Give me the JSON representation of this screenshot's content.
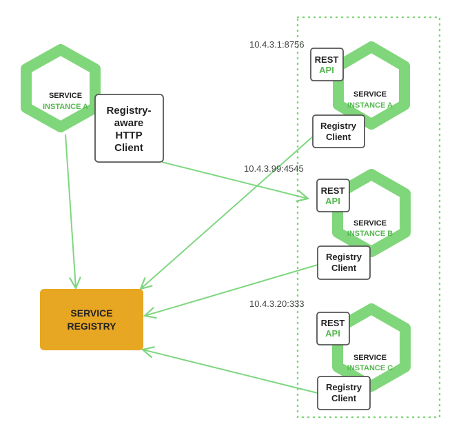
{
  "colors": {
    "hex_fill": "#80d67a",
    "hex_stroke": "#6ccf67",
    "arrow": "#7ed67f",
    "registry_fill": "#e8a722",
    "box_stroke": "#555555",
    "accent_text": "#55b84f",
    "dark_text": "#222222"
  },
  "client_service": {
    "line1": "SERVICE",
    "line2": "INSTANCE A"
  },
  "http_client": {
    "line1": "Registry-",
    "line2": "aware",
    "line3": "HTTP",
    "line4": "Client"
  },
  "registry": {
    "line1": "SERVICE",
    "line2": "REGISTRY"
  },
  "instances": [
    {
      "address": "10.4.3.1:8756",
      "rest_line1": "REST",
      "rest_line2": "API",
      "service_line1": "SERVICE",
      "service_line2": "INSTANCE A",
      "client_line1": "Registry",
      "client_line2": "Client"
    },
    {
      "address": "10.4.3.99:4545",
      "rest_line1": "REST",
      "rest_line2": "API",
      "service_line1": "SERVICE",
      "service_line2": "INSTANCE B",
      "client_line1": "Registry",
      "client_line2": "Client"
    },
    {
      "address": "10.4.3.20:333",
      "rest_line1": "REST",
      "rest_line2": "API",
      "service_line1": "SERVICE",
      "service_line2": "INSTANCE C",
      "client_line1": "Registry",
      "client_line2": "Client"
    }
  ]
}
